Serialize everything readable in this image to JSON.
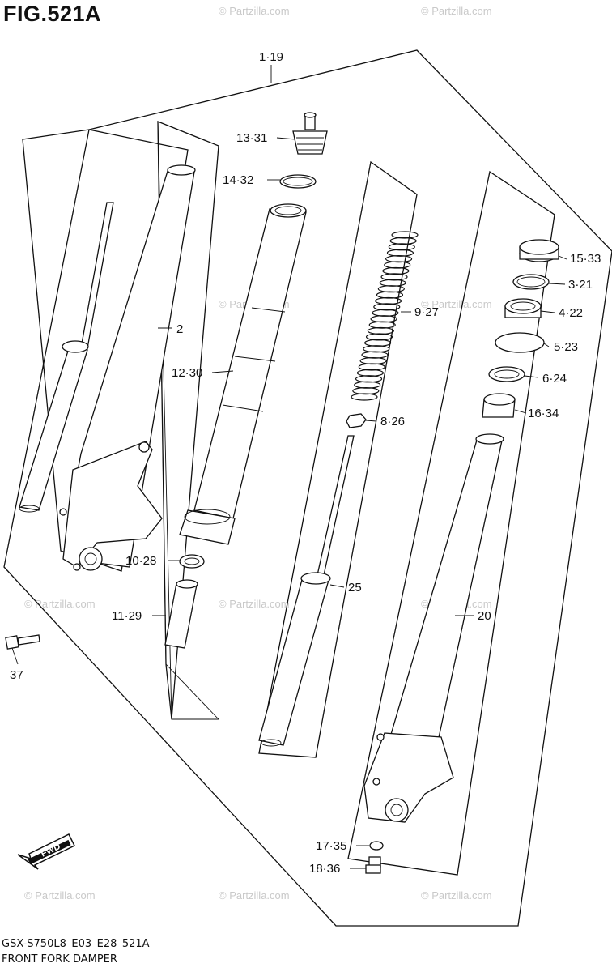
{
  "figure": {
    "title": "FIG.521A",
    "code": "GSX-S750L8_E03_E28_521A",
    "name": "FRONT FORK DAMPER"
  },
  "callouts": {
    "c1": "1·19",
    "c2": "2",
    "c3": "3·21",
    "c4": "4·22",
    "c5": "5·23",
    "c6": "6·24",
    "c8": "8·26",
    "c9": "9·27",
    "c10": "10·28",
    "c11": "11·29",
    "c12": "12·30",
    "c13": "13·31",
    "c14": "14·32",
    "c15": "15·33",
    "c16": "16·34",
    "c17": "17·35",
    "c18": "18·36",
    "c20": "20",
    "c25": "25",
    "c37": "37"
  },
  "fwd_label": "FWD",
  "watermark": "© Partzilla.com"
}
